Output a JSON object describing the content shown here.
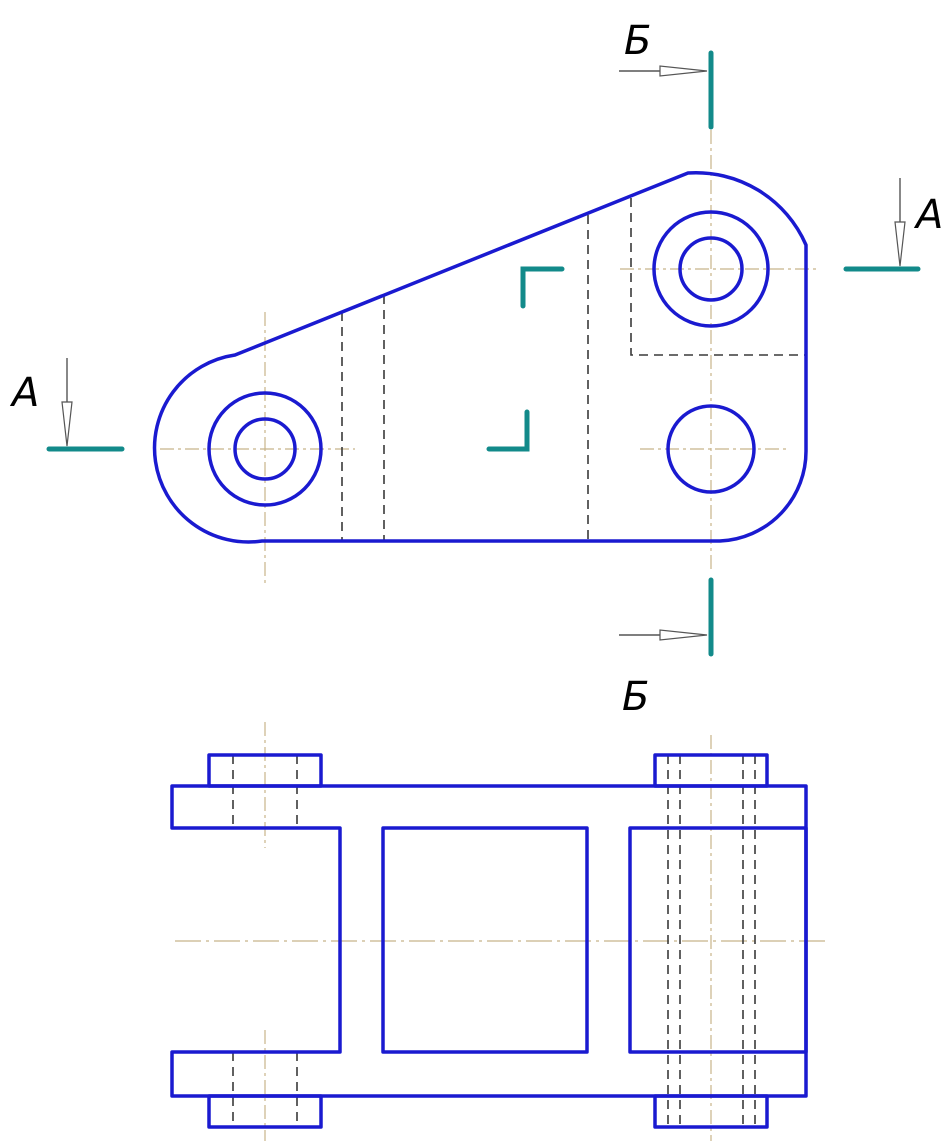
{
  "colors": {
    "outline": "#1a1ad0",
    "hidden": "#3a3a3a",
    "centerline": "#c8b48a",
    "cutting_plane": "#128a8a",
    "arrow": "#555555",
    "text": "#000000"
  },
  "labels": {
    "section_a_left": "А",
    "section_a_right": "А",
    "section_b_top": "Б",
    "section_b_bottom": "Б"
  }
}
